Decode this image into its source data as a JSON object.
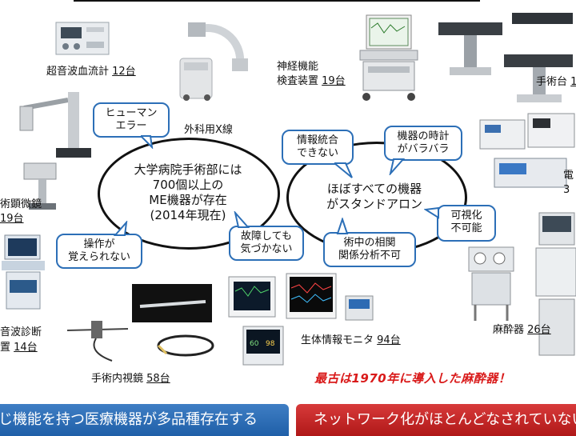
{
  "ellipse_left": {
    "lines": [
      "大学病院手術部には",
      "700個以上の",
      "ME機器が存在",
      "(2014年現在)"
    ]
  },
  "ellipse_right": {
    "lines": [
      "ほぼすべての機器",
      "がスタンドアロン"
    ]
  },
  "bubbles": {
    "human_error": [
      "ヒューマン",
      "エラー"
    ],
    "cannot_learn": [
      "操作が",
      "覚えられない"
    ],
    "unnoticed_failure": [
      "故障しても",
      "気づかない"
    ],
    "no_integration": [
      "情報統合",
      "できない"
    ],
    "clock_mismatch": [
      "機器の時計",
      "がバラバラ"
    ],
    "no_visualization": [
      "可視化",
      "不可能"
    ],
    "no_correlation": [
      "術中の相関",
      "関係分析不可"
    ]
  },
  "device_labels": {
    "doppler": {
      "text": "超音波血流計 ",
      "count": "12台"
    },
    "surgical_xray": {
      "text": "外科用X線"
    },
    "neuro": {
      "line1": "神経機能",
      "line2": "検査装置 ",
      "count": "19台"
    },
    "op_table": {
      "text": "手術台 ",
      "count": "1"
    },
    "microscope": {
      "line1": "術顕微鏡",
      "count": "19台"
    },
    "electro": {
      "line1": "電",
      "line2": "3"
    },
    "ultrasound": {
      "line1": "音波診断",
      "line2": "置 ",
      "count": "14台"
    },
    "anesthesia": {
      "text": "麻酔器 ",
      "count": "26台"
    },
    "monitor": {
      "text": "生体情報モニタ ",
      "count": "94台"
    },
    "endoscope": {
      "text": "手術内視鏡 ",
      "count": "58台"
    }
  },
  "red_note": "最古は1970年に導入した麻酔器！",
  "banners": {
    "left": "じ機能を持つ医療機器が多品種存在する",
    "right": "ネットワーク化がほとんどなされていない"
  },
  "colors": {
    "bubble_border": "#2c6fb7",
    "banner_blue": "#2a68b2",
    "banner_red": "#c52626",
    "red_note": "#d91a1a"
  }
}
